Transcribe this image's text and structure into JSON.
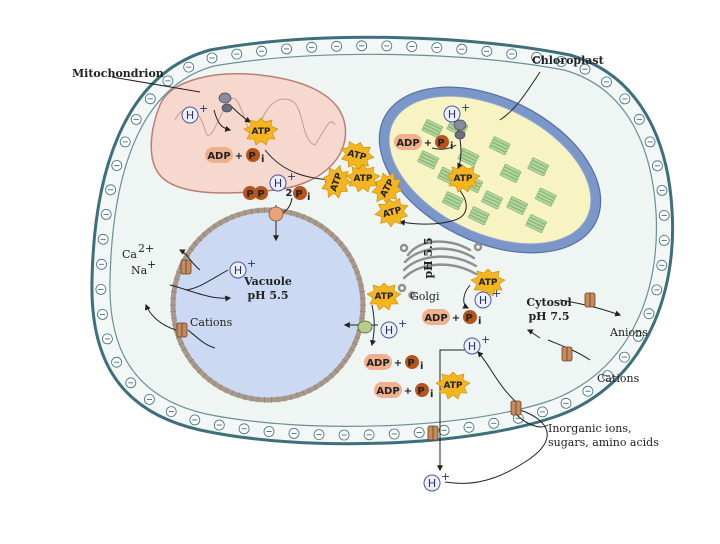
{
  "labels": {
    "mitochondrion": "Mitochondrion",
    "chloroplast": "Chloroplast",
    "vacuole": "Vacuole",
    "vacuole_ph": "pH 5.5",
    "cytosol": "Cytosol",
    "cytosol_ph": "pH 7.5",
    "golgi": "Golgi",
    "golgi_ph": "pH 5.5",
    "ca": "Ca",
    "ca_sup": "2+",
    "na": "Na",
    "na_sup": "+",
    "cations_left": "Cations",
    "anions": "Anions",
    "cations_right": "Cations",
    "inorganic_1": "Inorganic ions,",
    "inorganic_2": "sugars, amino acids"
  },
  "molecules": {
    "atp": "ATP",
    "adp": "ADP",
    "plus": "+",
    "p": "P",
    "p_sub": "i",
    "two": "2",
    "h": "H",
    "h_sup": "+"
  },
  "colors": {
    "cell_wall": "#3e6f7a",
    "cytosol": "#f3f8f6",
    "mito_fill": "#f6d8cf",
    "mito_edge": "#b97f76",
    "chloro_outer": "#7b96c9",
    "chloro_fill": "#f7f3c2",
    "thylakoid": "#9ec88f",
    "vacuole": "#ccd9f3",
    "vacuole_edge": "#a9988c",
    "atp_burst": "#f5b51e",
    "adp_pill": "#efb08e",
    "pi_ball": "#b5551c"
  }
}
